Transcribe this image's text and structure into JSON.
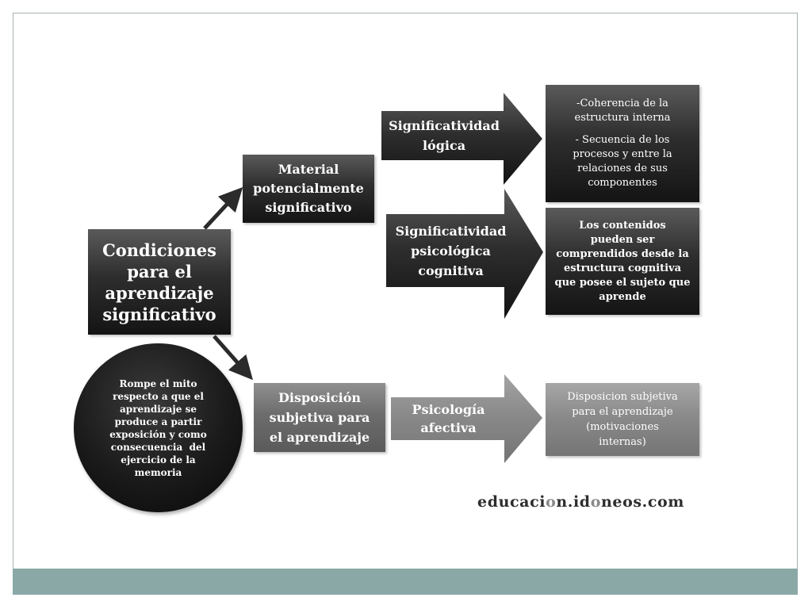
{
  "colors": {
    "slide_border": "#a7b2b2",
    "footer_bar": "#8aa9a6",
    "dark_box": "#1a1a1a",
    "gray_box": "#6d6d6d",
    "light_box": "#8a8a8a",
    "connector": "#2b2b2b"
  },
  "diagram": {
    "root": {
      "lines": [
        "Condiciones",
        "para el",
        "aprendizaje",
        "significativo"
      ]
    },
    "material": {
      "lines": [
        "Material",
        "potencialmente",
        "significativo"
      ]
    },
    "disposicion": {
      "lines": [
        "Disposición",
        "subjetiva para",
        "el aprendizaje"
      ]
    },
    "logica_arrow": {
      "lines": [
        "Significatividad",
        "lógica"
      ]
    },
    "psicologica_arrow": {
      "lines": [
        "Significatividad",
        "psicológica",
        "cognitiva"
      ]
    },
    "afectiva_arrow": {
      "lines": [
        "Psicología",
        "afectiva"
      ]
    },
    "logica_box": {
      "paragraph1": [
        "-Coherencia de la",
        "estructura interna"
      ],
      "paragraph2": [
        "- Secuencia de los",
        "procesos y entre la",
        "relaciones de sus",
        "componentes"
      ]
    },
    "psicologica_box": {
      "lines": [
        "Los contenidos",
        "pueden ser",
        "comprendidos desde la",
        "estructura cognitiva",
        "que posee el sujeto que",
        "aprende"
      ]
    },
    "afectiva_box": {
      "lines": [
        "Disposicion subjetiva",
        "para el aprendizaje",
        "(motivaciones",
        "internas)"
      ]
    },
    "circle": {
      "lines": [
        "Rompe el mito",
        "respecto a que el",
        "aprendizaje se",
        "produce a partir",
        "exposición y como",
        "consecuencia  del",
        "ejercicio de la",
        "memoria"
      ]
    }
  },
  "watermark": {
    "before_o1": "educaci",
    "o1": "o",
    "mid": "n.id",
    "o2": "o",
    "after_o2": "neos.com"
  }
}
